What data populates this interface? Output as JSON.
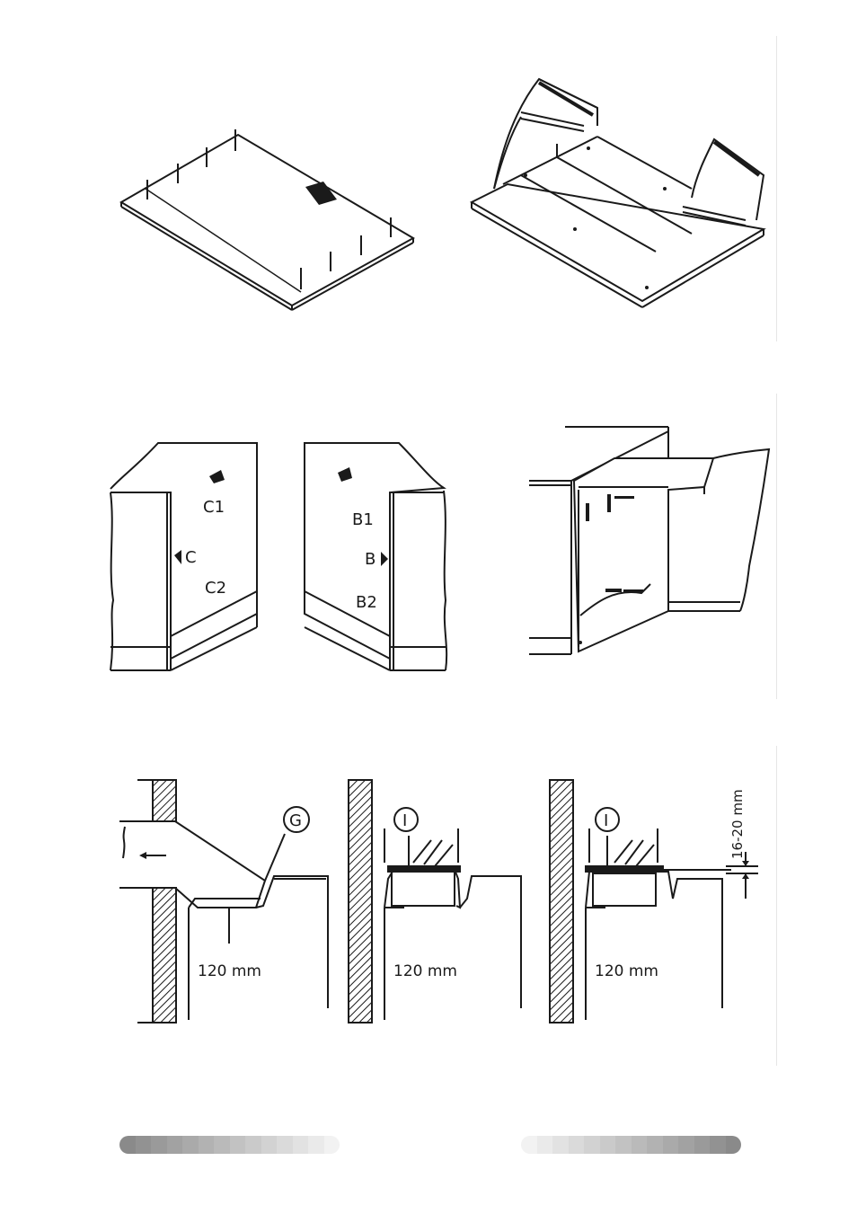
{
  "figures": {
    "hood_c_side": {
      "top_arrow": "",
      "label_c1": "C1",
      "label_c": "C",
      "label_c2": "C2"
    },
    "hood_b_side": {
      "label_b1": "B1",
      "label_b": "B",
      "label_b2": "B2"
    },
    "install_left": {
      "callout": "G",
      "dimension": "120 mm"
    },
    "install_mid": {
      "callout": "I",
      "dimension": "120 mm"
    },
    "install_right": {
      "callout": "I",
      "dimension": "120 mm",
      "side_dimension": "16-20 mm"
    }
  },
  "footer": {
    "left_bar_colors": [
      "#8a8a8a",
      "#929292",
      "#9a9a9a",
      "#a2a2a2",
      "#aaaaaa",
      "#b2b2b2",
      "#bababa",
      "#c2c2c2",
      "#cacaca",
      "#d2d2d2",
      "#dadada",
      "#e2e2e2",
      "#eaeaea",
      "#f2f2f2"
    ],
    "right_bar_colors": [
      "#f2f2f2",
      "#eaeaea",
      "#e2e2e2",
      "#dadada",
      "#d2d2d2",
      "#cacaca",
      "#c2c2c2",
      "#bababa",
      "#b2b2b2",
      "#aaaaaa",
      "#a2a2a2",
      "#9a9a9a",
      "#929292",
      "#8a8a8a"
    ]
  }
}
